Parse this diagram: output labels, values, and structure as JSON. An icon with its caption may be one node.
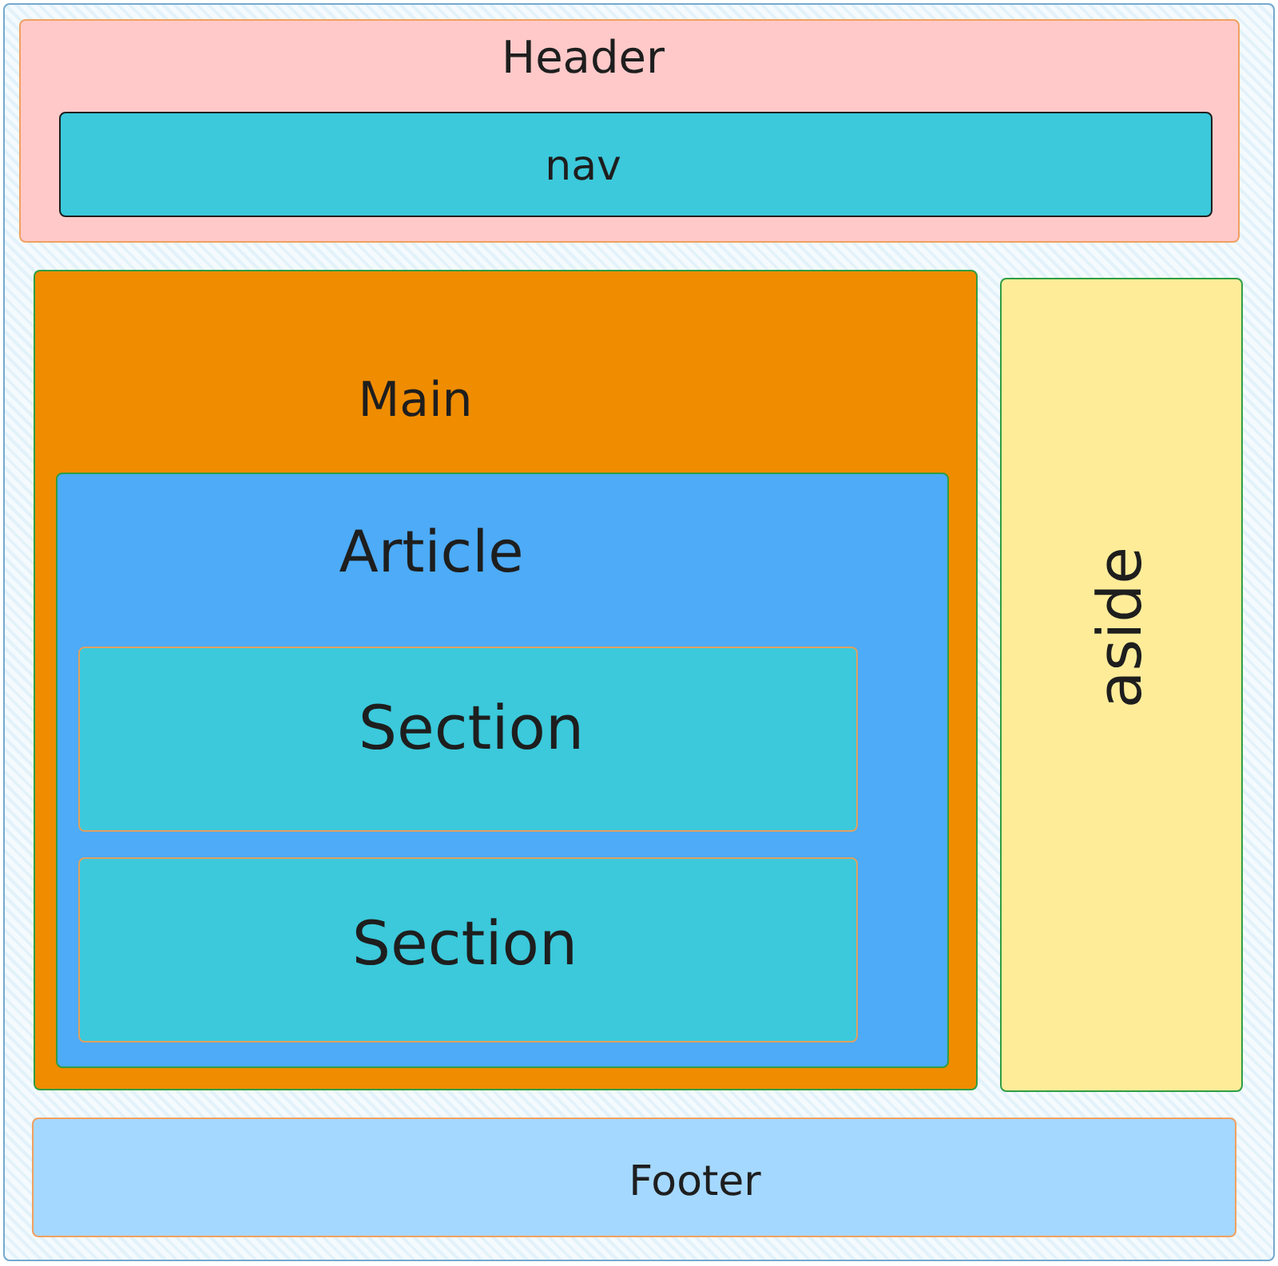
{
  "diagram": {
    "nodes": [
      {
        "text": [],
        "shape": "box"
      },
      {
        "text": [
          "Header"
        ],
        "in": 0
      },
      {
        "text": [
          "nav"
        ],
        "in": 1
      },
      {
        "text": [
          "Main"
        ],
        "in": 0
      },
      {
        "text": [
          "Article"
        ],
        "in": 3
      },
      {
        "text": [
          "Section"
        ],
        "in": 4
      },
      {
        "text": [
          "Section"
        ],
        "in": 4
      },
      {
        "text": [
          "aside"
        ],
        "in": 0
      },
      {
        "text": [
          "Footer"
        ],
        "in": 0
      }
    ]
  }
}
